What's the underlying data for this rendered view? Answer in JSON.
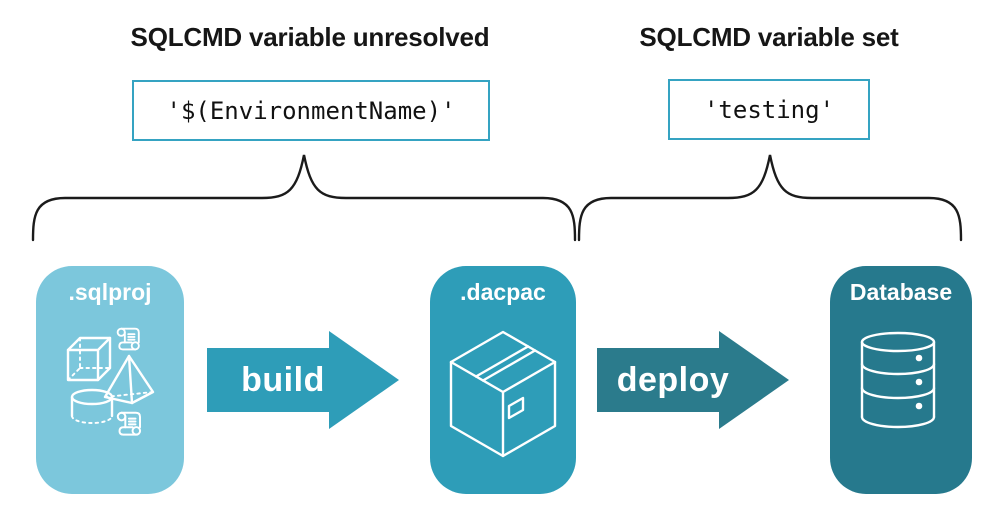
{
  "colors": {
    "card-light": "#7CC7DC",
    "card-mid": "#2E9DB8",
    "card-dark": "#26798D",
    "arrow-mid": "#2E9DB8",
    "arrow-dark": "#2B7B8C",
    "code-border": "#35A3C2",
    "ink": "#161616"
  },
  "annotations": {
    "unresolved": {
      "heading": "SQLCMD variable unresolved",
      "code": "'$(EnvironmentName)'"
    },
    "set": {
      "heading": "SQLCMD variable set",
      "code": "'testing'"
    }
  },
  "pipeline": {
    "stages": [
      {
        "label": ".sqlproj",
        "icon": "sql-objects-icon"
      },
      {
        "label": ".dacpac",
        "icon": "package-icon"
      },
      {
        "label": "Database",
        "icon": "database-icon"
      }
    ],
    "arrows": [
      {
        "label": "build"
      },
      {
        "label": "deploy"
      }
    ]
  }
}
